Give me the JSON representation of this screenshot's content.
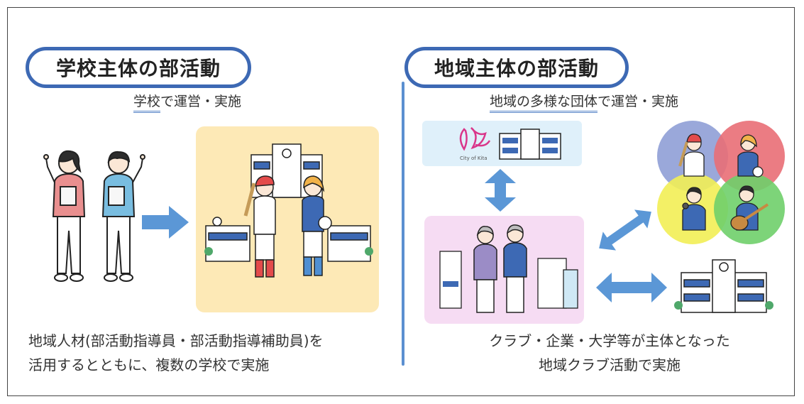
{
  "left": {
    "heading": "学校主体の部活動",
    "subtitle_underlined": "学校",
    "subtitle_rest": "で運営・実施",
    "caption_line1": "地域人材(部活動指導員・部活動指導補助員)を",
    "caption_line2": "活用するとともに、複数の学校で実施"
  },
  "right": {
    "heading": "地域主体の部活動",
    "subtitle_underlined": "地域の多様な団体",
    "subtitle_rest": "で運営・実施",
    "city_logo_text": "City of Kita",
    "caption_line1": "クラブ・企業・大学等が主体となった",
    "caption_line2": "地域クラブ活動で実施"
  },
  "colors": {
    "accent_blue": "#3d69b4",
    "arrow_blue": "#5b97d6",
    "school_panel": "#fde9b6",
    "city_panel": "#dff0fa",
    "community_panel": "#f6dcf3",
    "circle_blue": "#8f9fd6",
    "circle_red": "#e96e75",
    "circle_yellow": "#f2ee55",
    "circle_green": "#6fcf6a"
  }
}
